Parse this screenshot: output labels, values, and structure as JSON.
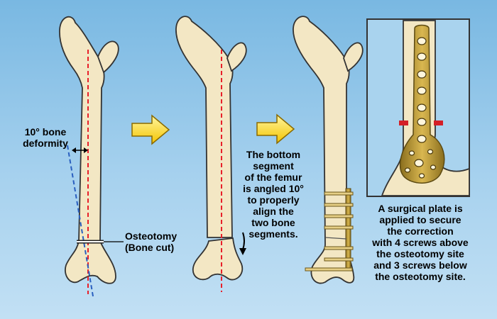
{
  "labels": {
    "deformity": [
      "10° bone",
      "deformity"
    ],
    "osteotomy": [
      "Osteotomy",
      "(Bone cut)"
    ],
    "step2": [
      "The bottom",
      "segment",
      "of the femur",
      "is angled 10°",
      "to properly",
      "align the",
      "two bone",
      "segments."
    ],
    "step3": [
      "A surgical plate is",
      "applied to secure",
      "the correction",
      "with 4 screws above",
      "the osteotomy site",
      "and 3 screws below",
      "the osteotomy site."
    ]
  },
  "colors": {
    "background_top": "#79b8e2",
    "background_bottom": "#c2e0f4",
    "bone_fill": "#f3e7c4",
    "bone_outline": "#333333",
    "axis_red": "#e8202a",
    "axis_blue": "#2a5fbf",
    "arrow_fill": "#ffea00",
    "arrow_outline": "#8a6a00",
    "plate": "#b8962e",
    "cut_marker": "#d41f26"
  },
  "icons": [
    "right-arrow-icon",
    "curved-down-arrow-icon",
    "double-headed-arrow-icon"
  ]
}
